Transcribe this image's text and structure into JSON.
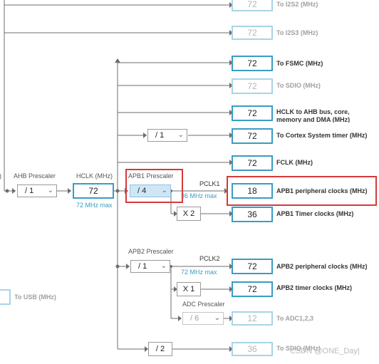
{
  "outputs": {
    "i2s2": {
      "value": "72",
      "label": "To I2S2 (MHz)"
    },
    "i2s3": {
      "value": "72",
      "label": "To I2S3 (MHz)"
    },
    "fsmc": {
      "value": "72",
      "label": "To FSMC (MHz)"
    },
    "sdio_top": {
      "value": "72",
      "label": "To SDIO (MHz)"
    },
    "hclk_ahb": {
      "value": "72",
      "label": "HCLK to AHB bus, core, memory and DMA (MHz)"
    },
    "cortex": {
      "value": "72",
      "label": "To Cortex System timer (MHz)"
    },
    "fclk": {
      "value": "72",
      "label": "FCLK (MHz)"
    },
    "apb1_periph": {
      "value": "18",
      "label": "APB1 peripheral clocks (MHz)"
    },
    "apb1_timer": {
      "value": "36",
      "label": "APB1 Timer clocks (MHz)"
    },
    "apb2_periph": {
      "value": "72",
      "label": "APB2 peripheral clocks (MHz)"
    },
    "apb2_timer": {
      "value": "72",
      "label": "APB2 timer clocks (MHz)"
    },
    "adc": {
      "value": "12",
      "label": "To ADC1,2,3"
    },
    "sdio_bottom": {
      "value": "36",
      "label": "To SDIO (MHz)"
    },
    "usb": {
      "value": "",
      "label": "To USB (MHz)"
    }
  },
  "ahb_prescaler": {
    "title": "AHB Prescaler",
    "value": "/ 1"
  },
  "hclk": {
    "title": "HCLK (MHz)",
    "value": "72",
    "max": "72 MHz max"
  },
  "cortex_prescaler": {
    "value": "/ 1"
  },
  "apb1_prescaler": {
    "title": "APB1 Prescaler",
    "value": "/ 4"
  },
  "pclk1": {
    "title": "PCLK1",
    "max": "36 MHz max"
  },
  "apb1_timer_mult": {
    "value": "X 2"
  },
  "apb2_prescaler": {
    "title": "APB2 Prescaler",
    "value": "/ 1"
  },
  "pclk2": {
    "title": "PCLK2",
    "max": "72 MHz max"
  },
  "apb2_timer_mult": {
    "value": "X 1"
  },
  "adc_prescaler": {
    "title": "ADC Prescaler",
    "value": "/ 6"
  },
  "sdio_divider": {
    "value": "/ 2"
  },
  "edge_label": {
    "value": ")"
  },
  "watermark": {
    "text": "CSDN @ONE_Day|"
  },
  "colors": {
    "line": "#6e6e6e",
    "accent": "#3a9cc4",
    "highlight": "#d8383a"
  }
}
